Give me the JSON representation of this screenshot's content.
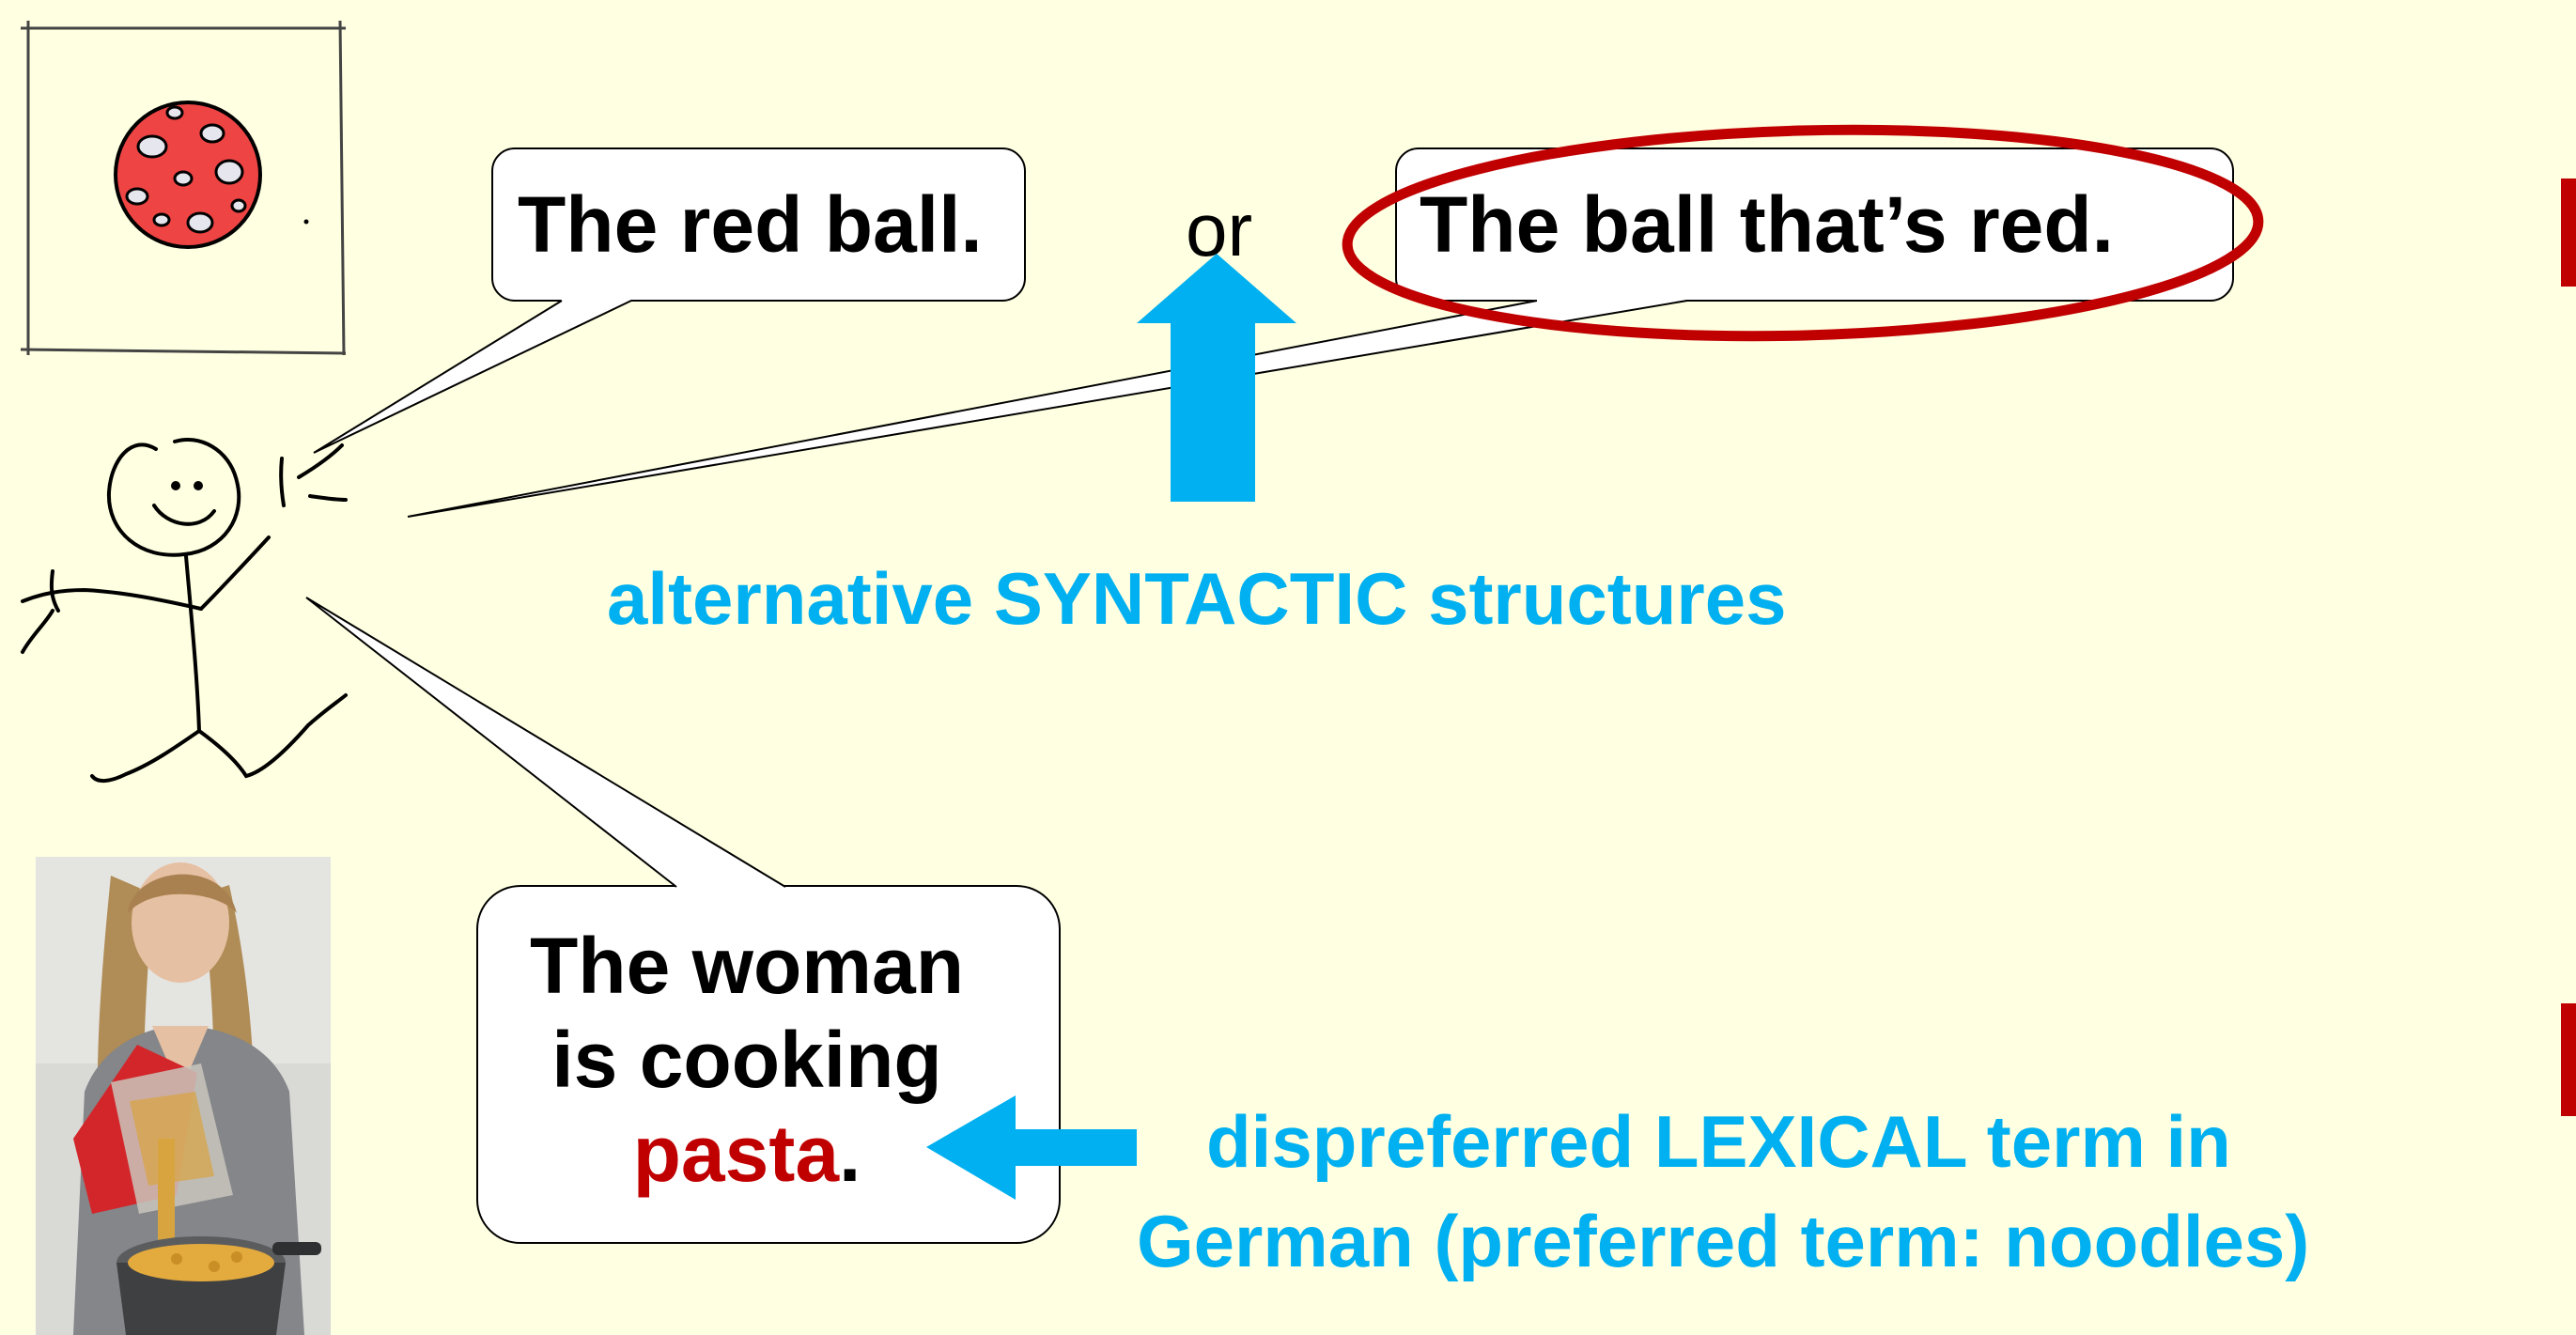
{
  "bubbles": {
    "red_ball": "The red ball.",
    "or_word": "or",
    "ball_thats_red": "The ball that’s red.",
    "woman_line1": "The woman",
    "woman_line2": "is cooking",
    "woman_word_pasta": "pasta",
    "woman_period": "."
  },
  "annotations": {
    "syntactic": "alternative SYNTACTIC structures",
    "lexical_line1": "dispreferred LEXICAL term in",
    "lexical_line2": "German (preferred term: noodles)"
  },
  "colors": {
    "background": "#FFFFE1",
    "accent_blue": "#00B0F0",
    "highlight_red": "#C00000",
    "text": "#000000"
  }
}
